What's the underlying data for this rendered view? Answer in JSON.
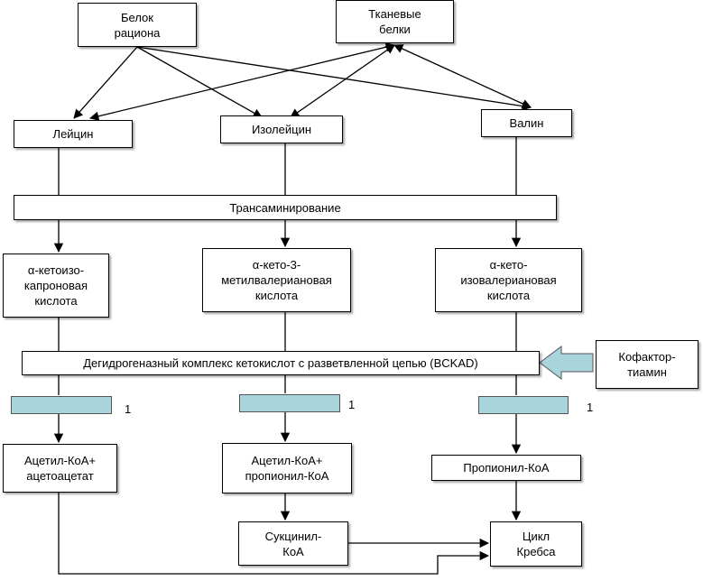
{
  "nodes": {
    "protein_diet": "Белок\nрациона",
    "tissue_proteins": "Тканевые\nбелки",
    "leucine": "Лейцин",
    "isoleucine": "Изолейцин",
    "valine": "Валин",
    "transamination": "Трансаминирование",
    "keto_isocaproic": "α-кетоизо-\nкапроновая\nкислота",
    "keto_methylvaleric": "α-кето-3-\nметилвалериановая\nкислота",
    "keto_isovaleric": "α-кето-\nизовалериановая\nкислота",
    "bckad": "Дегидрогеназный комплекс кетокислот с разветвленной цепью (BCKAD)",
    "cofactor": "Кофактор-\nтиамин",
    "acetyl_acetoacetate": "Ацетил-КоА+\nацетоацетат",
    "acetyl_propionyl": "Ацетил-КоА+\nпропионил-КоА",
    "propionyl": "Пропионил-КоА",
    "succinyl": "Сукцинил-\nКоА",
    "krebs": "Цикл\nКребса"
  },
  "markers": {
    "m1": "1",
    "m2": "1",
    "m3": "1"
  },
  "colors": {
    "bar_fill": "#a9d4dc",
    "arrow_fill": "#a9d4dc"
  }
}
